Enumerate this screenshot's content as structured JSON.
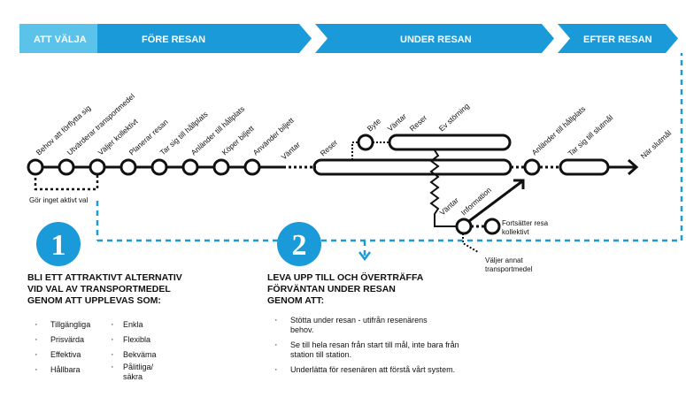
{
  "phases": [
    {
      "label": "ATT VÄLJA",
      "color": "#5bc3ea"
    },
    {
      "label": "FÖRE RESAN",
      "color": "#1a9ad9"
    },
    {
      "label": "UNDER RESAN",
      "color": "#1a9ad9"
    },
    {
      "label": "EFTER RESAN",
      "color": "#1a9ad9"
    }
  ],
  "steps": {
    "behov": "Behov att förflytta sig",
    "utvarderar": "Utvärderar transportmedel",
    "valjer": "Väljer kollektivt",
    "planerar": "Planerar resan",
    "tar_sig": "Tar sig till hållplats",
    "anlander": "Anländer till hållplats",
    "koper": "Köper biljett",
    "anvander": "Använder biljett",
    "vantar": "Väntar",
    "reser": "Reser",
    "byte": "Byte",
    "vantar2": "Väntar",
    "reser2": "Reser",
    "ev_storning": "Ev störning",
    "vantar3": "Väntar",
    "information": "Information",
    "fortsatter": "Fortsätter resa kollektivt",
    "valjer_annat": "Väljer annat transportmedel",
    "anlander_hpl": "Anländer till hållplats",
    "tar_sig_slutmal": "Tar sig till slutmål",
    "nar_slutmal": "När slutmål",
    "gor_inget": "Gör inget aktivt val"
  },
  "badges": {
    "one": "1",
    "two": "2"
  },
  "colors": {
    "accent": "#1a9ad9",
    "accent_light": "#5bc3ea",
    "line": "#111111"
  },
  "panel1": {
    "title_lines": [
      "BLI ETT ATTRAKTIVT ALTERNATIV",
      "VID VAL AV TRANSPORTMEDEL",
      "GENOM ATT UPPLEVAS SOM:"
    ],
    "col1": [
      "Tillgängliga",
      "Prisvärda",
      "Effektiva",
      "Hållbara"
    ],
    "col2": [
      "Enkla",
      "Flexibla",
      "Bekväma",
      "Pålitliga/ säkra"
    ]
  },
  "panel2": {
    "title_lines": [
      "LEVA UPP TILL OCH ÖVERTRÄFFA",
      "FÖRVÄNTAN UNDER RESAN",
      "GENOM ATT:"
    ],
    "items": [
      "Stötta under resan - utifrån resenärens behov.",
      "Se till hela resan från start till mål, inte bara från station till station.",
      "Underlätta för resenären att förstå vårt system."
    ]
  }
}
